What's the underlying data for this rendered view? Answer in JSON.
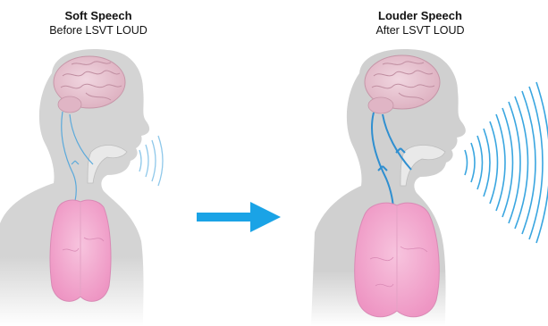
{
  "panels": [
    {
      "heading": "Soft Speech",
      "subheading": "Before LSVT LOUD"
    },
    {
      "heading": "Louder Speech",
      "subheading": "After LSVT LOUD"
    }
  ],
  "colors": {
    "skin": "#cfcfcf",
    "skin_shadow": "#b9b9b9",
    "brain": "#e9c6d2",
    "brain_line": "#c89aab",
    "lung": "#f2a9cf",
    "lung_line": "#d27fae",
    "nerve": "#4a9fd8",
    "sound_wave": "#3aa6e0",
    "arrow": "#1aa3e6",
    "airway": "#e8e8e8"
  },
  "icons": [
    "brain-icon",
    "lungs-icon",
    "sound-wave-icon",
    "right-arrow-icon"
  ]
}
